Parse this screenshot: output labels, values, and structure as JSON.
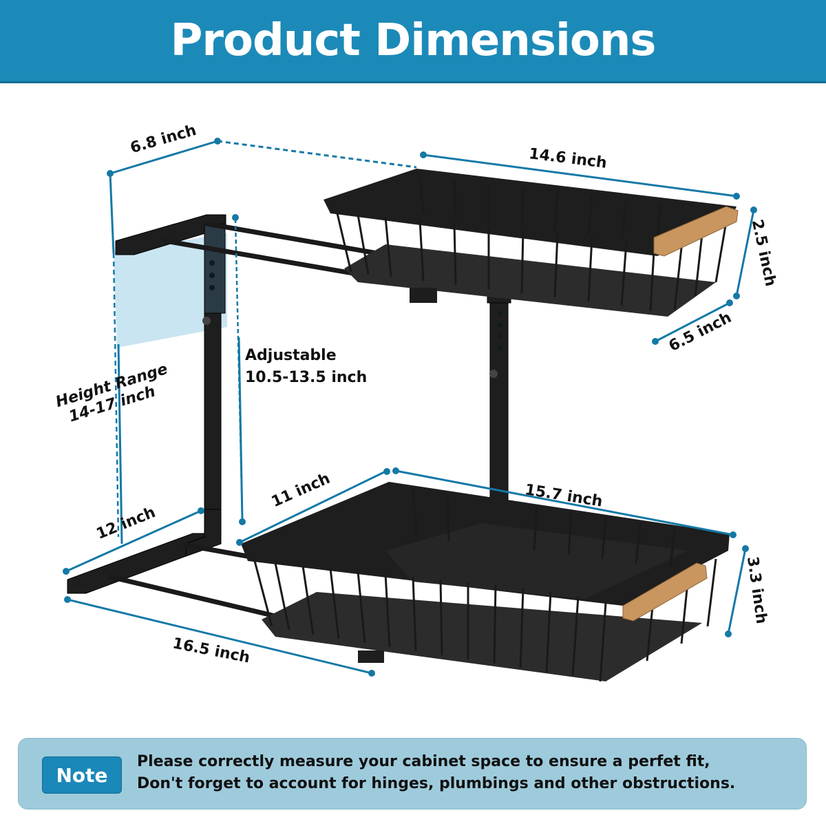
{
  "header": {
    "title": "Product Dimensions"
  },
  "colors": {
    "accent": "#1c8ab8",
    "dimension_line": "#1479a6",
    "metal": "#1e1e1e",
    "wood": "#c8965e",
    "note_bg": "#9ecbdc",
    "shade": "#bfe0ee"
  },
  "dimensions": {
    "top_depth": "6.8 inch",
    "top_basket_length": "14.6 inch",
    "top_basket_height": "2.5 inch",
    "top_basket_width": "6.5 inch",
    "adjustable_label": "Adjustable",
    "adjustable_range": "10.5-13.5 inch",
    "height_range_label": "Height Range",
    "height_range_value": "14-17 inch",
    "bottom_depth": "12 inch",
    "bottom_basket_width": "11 inch",
    "bottom_basket_length": "15.7 inch",
    "bottom_basket_height": "3.3 inch",
    "base_length": "16.5 inch"
  },
  "note": {
    "badge": "Note",
    "line1": "Please correctly measure your cabinet space to ensure a perfet fit,",
    "line2": "Don't forget to account for hinges, plumbings and other obstructions."
  }
}
